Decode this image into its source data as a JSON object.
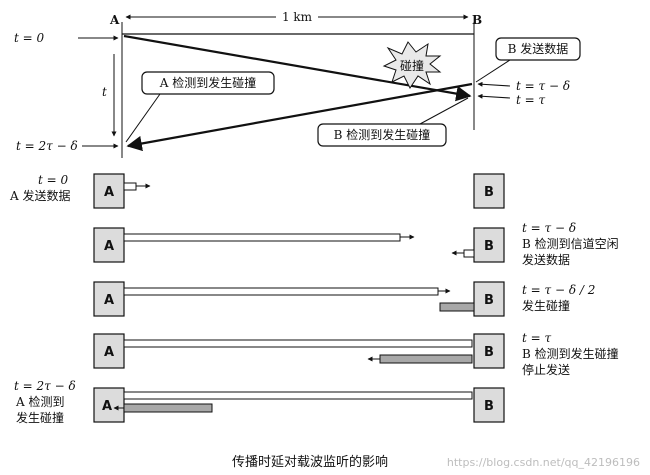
{
  "top": {
    "node_a": "A",
    "node_b": "B",
    "distance": "1 km",
    "t_zero": "t = 0",
    "t_axis": "t",
    "t_two_tau": "t = 2τ − δ",
    "t_tau_minus_delta": "t = τ − δ",
    "t_tau": "t = τ",
    "collision_burst": "碰撞",
    "callout_b_send": "B 发送数据",
    "callout_a_detect": "A 检测到发生碰撞",
    "callout_b_detect": "B 检测到发生碰撞"
  },
  "rows": [
    {
      "node_a": "A",
      "node_b": "B",
      "left_lines": [
        "t = 0",
        "A 发送数据"
      ],
      "right_lines": []
    },
    {
      "node_a": "A",
      "node_b": "B",
      "left_lines": [],
      "right_lines": [
        "t = τ − δ",
        "B 检测到信道空闲",
        "发送数据"
      ]
    },
    {
      "node_a": "A",
      "node_b": "B",
      "left_lines": [],
      "right_lines": [
        "t = τ − δ / 2",
        "发生碰撞"
      ]
    },
    {
      "node_a": "A",
      "node_b": "B",
      "left_lines": [],
      "right_lines": [
        "t = τ",
        "B 检测到发生碰撞",
        "停止发送"
      ]
    },
    {
      "node_a": "A",
      "node_b": "B",
      "left_lines": [
        "t = 2τ − δ",
        "A 检测到",
        "发生碰撞"
      ],
      "right_lines": []
    }
  ],
  "caption": "传播时延对载波监听的影响",
  "watermark": "https://blog.csdn.net/qq_42196196"
}
